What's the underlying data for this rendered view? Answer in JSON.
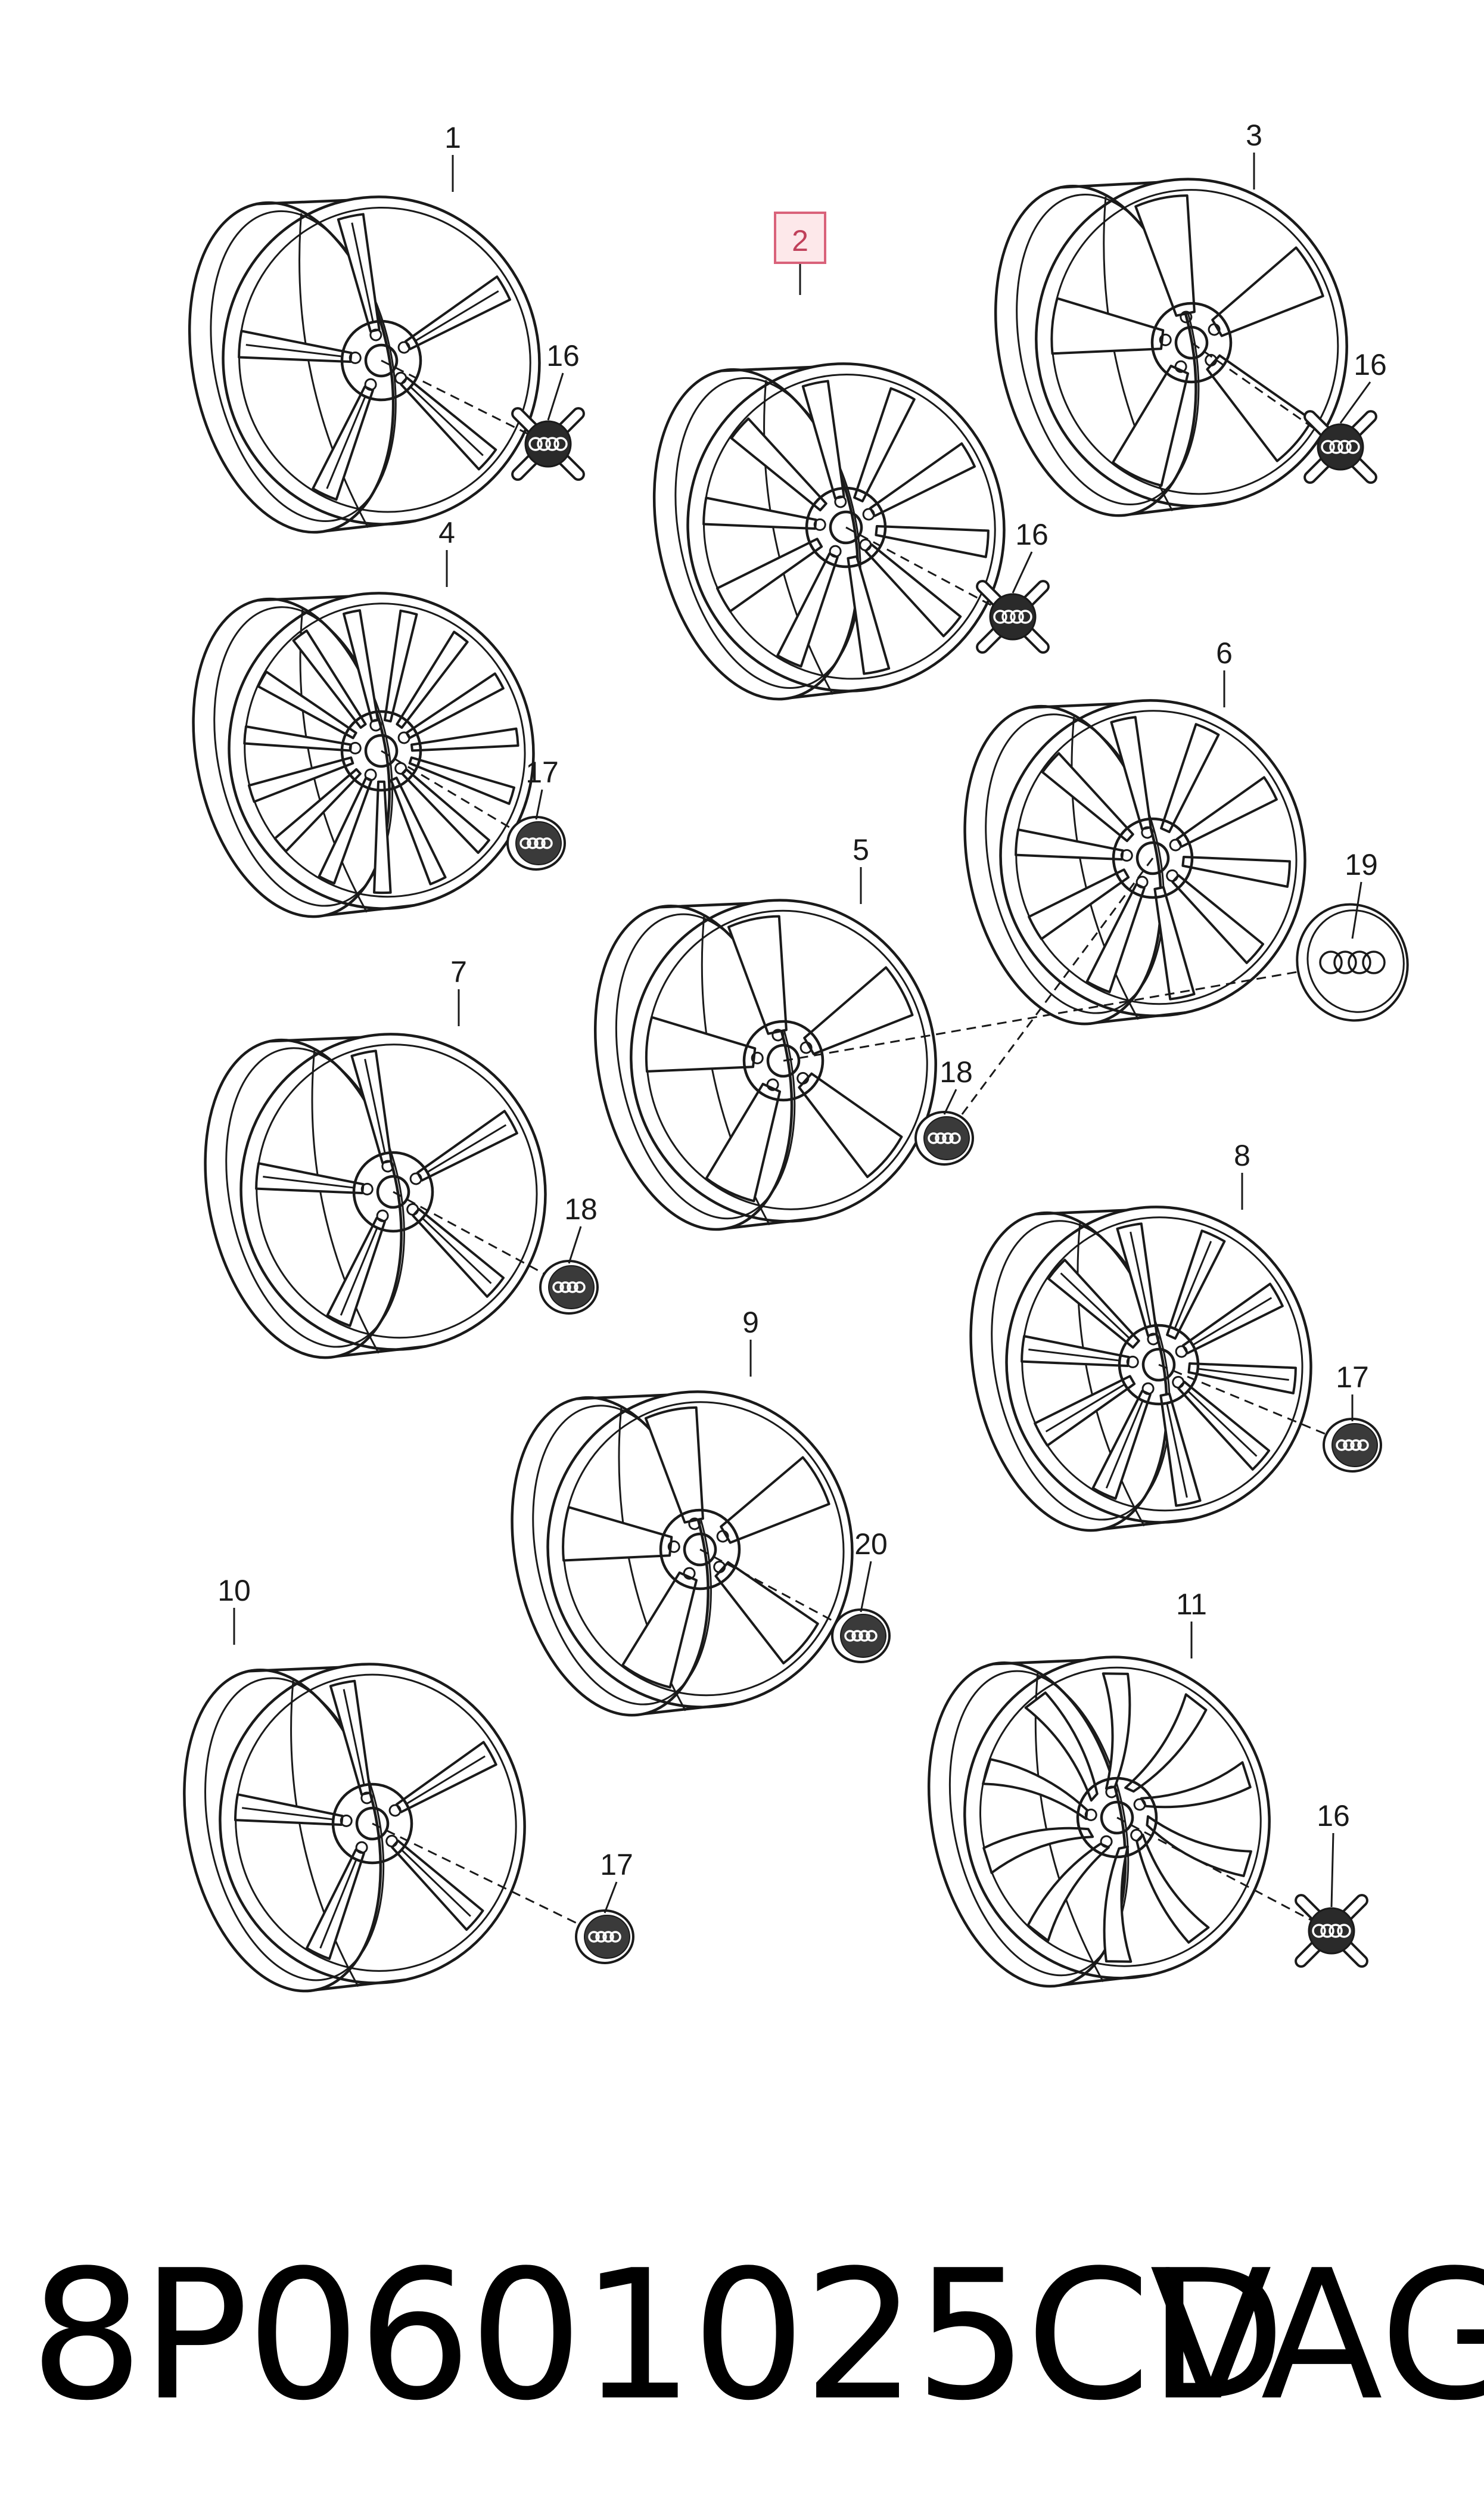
{
  "part_number": "8P0601025CD",
  "brand": "VAG",
  "highlighted_label": "2",
  "wheels": [
    {
      "label": "1",
      "spokes": 5,
      "style": "twin"
    },
    {
      "label": "2",
      "spokes": 10,
      "style": "v"
    },
    {
      "label": "3",
      "spokes": 5,
      "style": "wide"
    },
    {
      "label": "4",
      "spokes": 15,
      "style": "multi"
    },
    {
      "label": "5",
      "spokes": 5,
      "style": "wide"
    },
    {
      "label": "6",
      "spokes": 10,
      "style": "straight"
    },
    {
      "label": "7",
      "spokes": 5,
      "style": "twin"
    },
    {
      "label": "8",
      "spokes": 10,
      "style": "split"
    },
    {
      "label": "9",
      "spokes": 5,
      "style": "wide"
    },
    {
      "label": "10",
      "spokes": 5,
      "style": "twin"
    },
    {
      "label": "11",
      "spokes": 10,
      "style": "turbine"
    }
  ],
  "caps": [
    {
      "label": "16",
      "type": "spider"
    },
    {
      "label": "16",
      "type": "spider"
    },
    {
      "label": "16",
      "type": "spider"
    },
    {
      "label": "17",
      "type": "round"
    },
    {
      "label": "19",
      "type": "disc"
    },
    {
      "label": "18",
      "type": "round"
    },
    {
      "label": "18",
      "type": "round"
    },
    {
      "label": "17",
      "type": "round"
    },
    {
      "label": "20",
      "type": "round"
    },
    {
      "label": "17",
      "type": "round"
    },
    {
      "label": "16",
      "type": "spider"
    }
  ]
}
